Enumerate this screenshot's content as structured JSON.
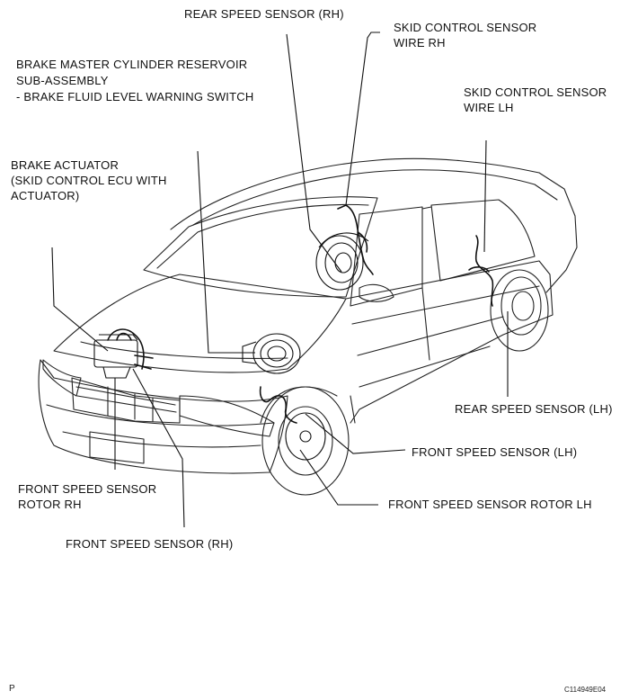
{
  "labels": {
    "rear_speed_sensor_rh": "REAR SPEED SENSOR (RH)",
    "skid_control_sensor_wire_rh": [
      "SKID CONTROL SENSOR",
      "WIRE RH"
    ],
    "brake_master_cylinder": [
      "BRAKE MASTER CYLINDER RESERVOIR",
      "SUB-ASSEMBLY",
      "- BRAKE FLUID LEVEL WARNING SWITCH"
    ],
    "skid_control_sensor_wire_lh": [
      "SKID CONTROL SENSOR",
      "WIRE LH"
    ],
    "brake_actuator": [
      "BRAKE ACTUATOR",
      "(SKID CONTROL ECU WITH",
      "ACTUATOR)"
    ],
    "rear_speed_sensor_lh": "REAR SPEED SENSOR (LH)",
    "front_speed_sensor_lh": "FRONT SPEED SENSOR (LH)",
    "front_speed_sensor_rotor_rh": [
      "FRONT SPEED SENSOR",
      "ROTOR RH"
    ],
    "front_speed_sensor_rotor_lh": "FRONT SPEED SENSOR ROTOR LH",
    "front_speed_sensor_rh": "FRONT SPEED SENSOR (RH)"
  },
  "footer": {
    "left_code": "P",
    "right_code": "C114949E04"
  }
}
